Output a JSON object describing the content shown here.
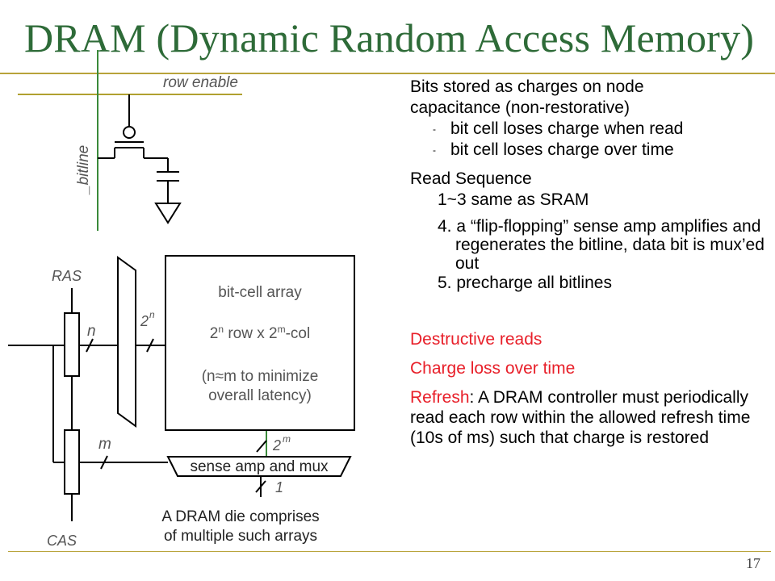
{
  "slide": {
    "title": "DRAM (Dynamic Random Access Memory)",
    "page_number": "17",
    "accent_color": "#2e6b38",
    "rule_color": "#b8a33a",
    "highlight_color": "#e8202a"
  },
  "diagram": {
    "row_enable": "row enable",
    "bitline": "_bitline",
    "ras": "RAS",
    "cas": "CAS",
    "n": "n",
    "m": "m",
    "two": "2",
    "exp_n": "n",
    "exp_m": "m",
    "array_title": "bit-cell array",
    "array_dims_a": "2",
    "array_dims_b": " row x 2",
    "array_dims_c": "-col",
    "array_note_1a": "(n",
    "array_note_approx": "≈",
    "array_note_1b": "m to minimize",
    "array_note_2": "overall latency)",
    "sense_amp": "sense amp and mux",
    "one": "1",
    "footnote_1": "A DRAM die comprises",
    "footnote_2": "of multiple such arrays"
  },
  "text": {
    "bullet1_a": "Bits stored as charges on node",
    "bullet1_b": "capacitance (non-restorative)",
    "sub1": "bit cell loses charge when read",
    "sub2": "bit cell loses charge over time",
    "sub_marker": "-",
    "read_seq": "Read Sequence",
    "step1": "1~3 same as SRAM",
    "step4": "4. a “flip-flopping” sense amp amplifies and regenerates the bitline, data bit is mux’ed out",
    "step5": "5. precharge all bitlines",
    "destructive": "Destructive reads",
    "charge_loss": "Charge loss over time",
    "refresh_label": "Refresh",
    "refresh_rest": ": A DRAM controller must periodically read each row within the allowed refresh time (10s of ms) such that charge is restored"
  }
}
